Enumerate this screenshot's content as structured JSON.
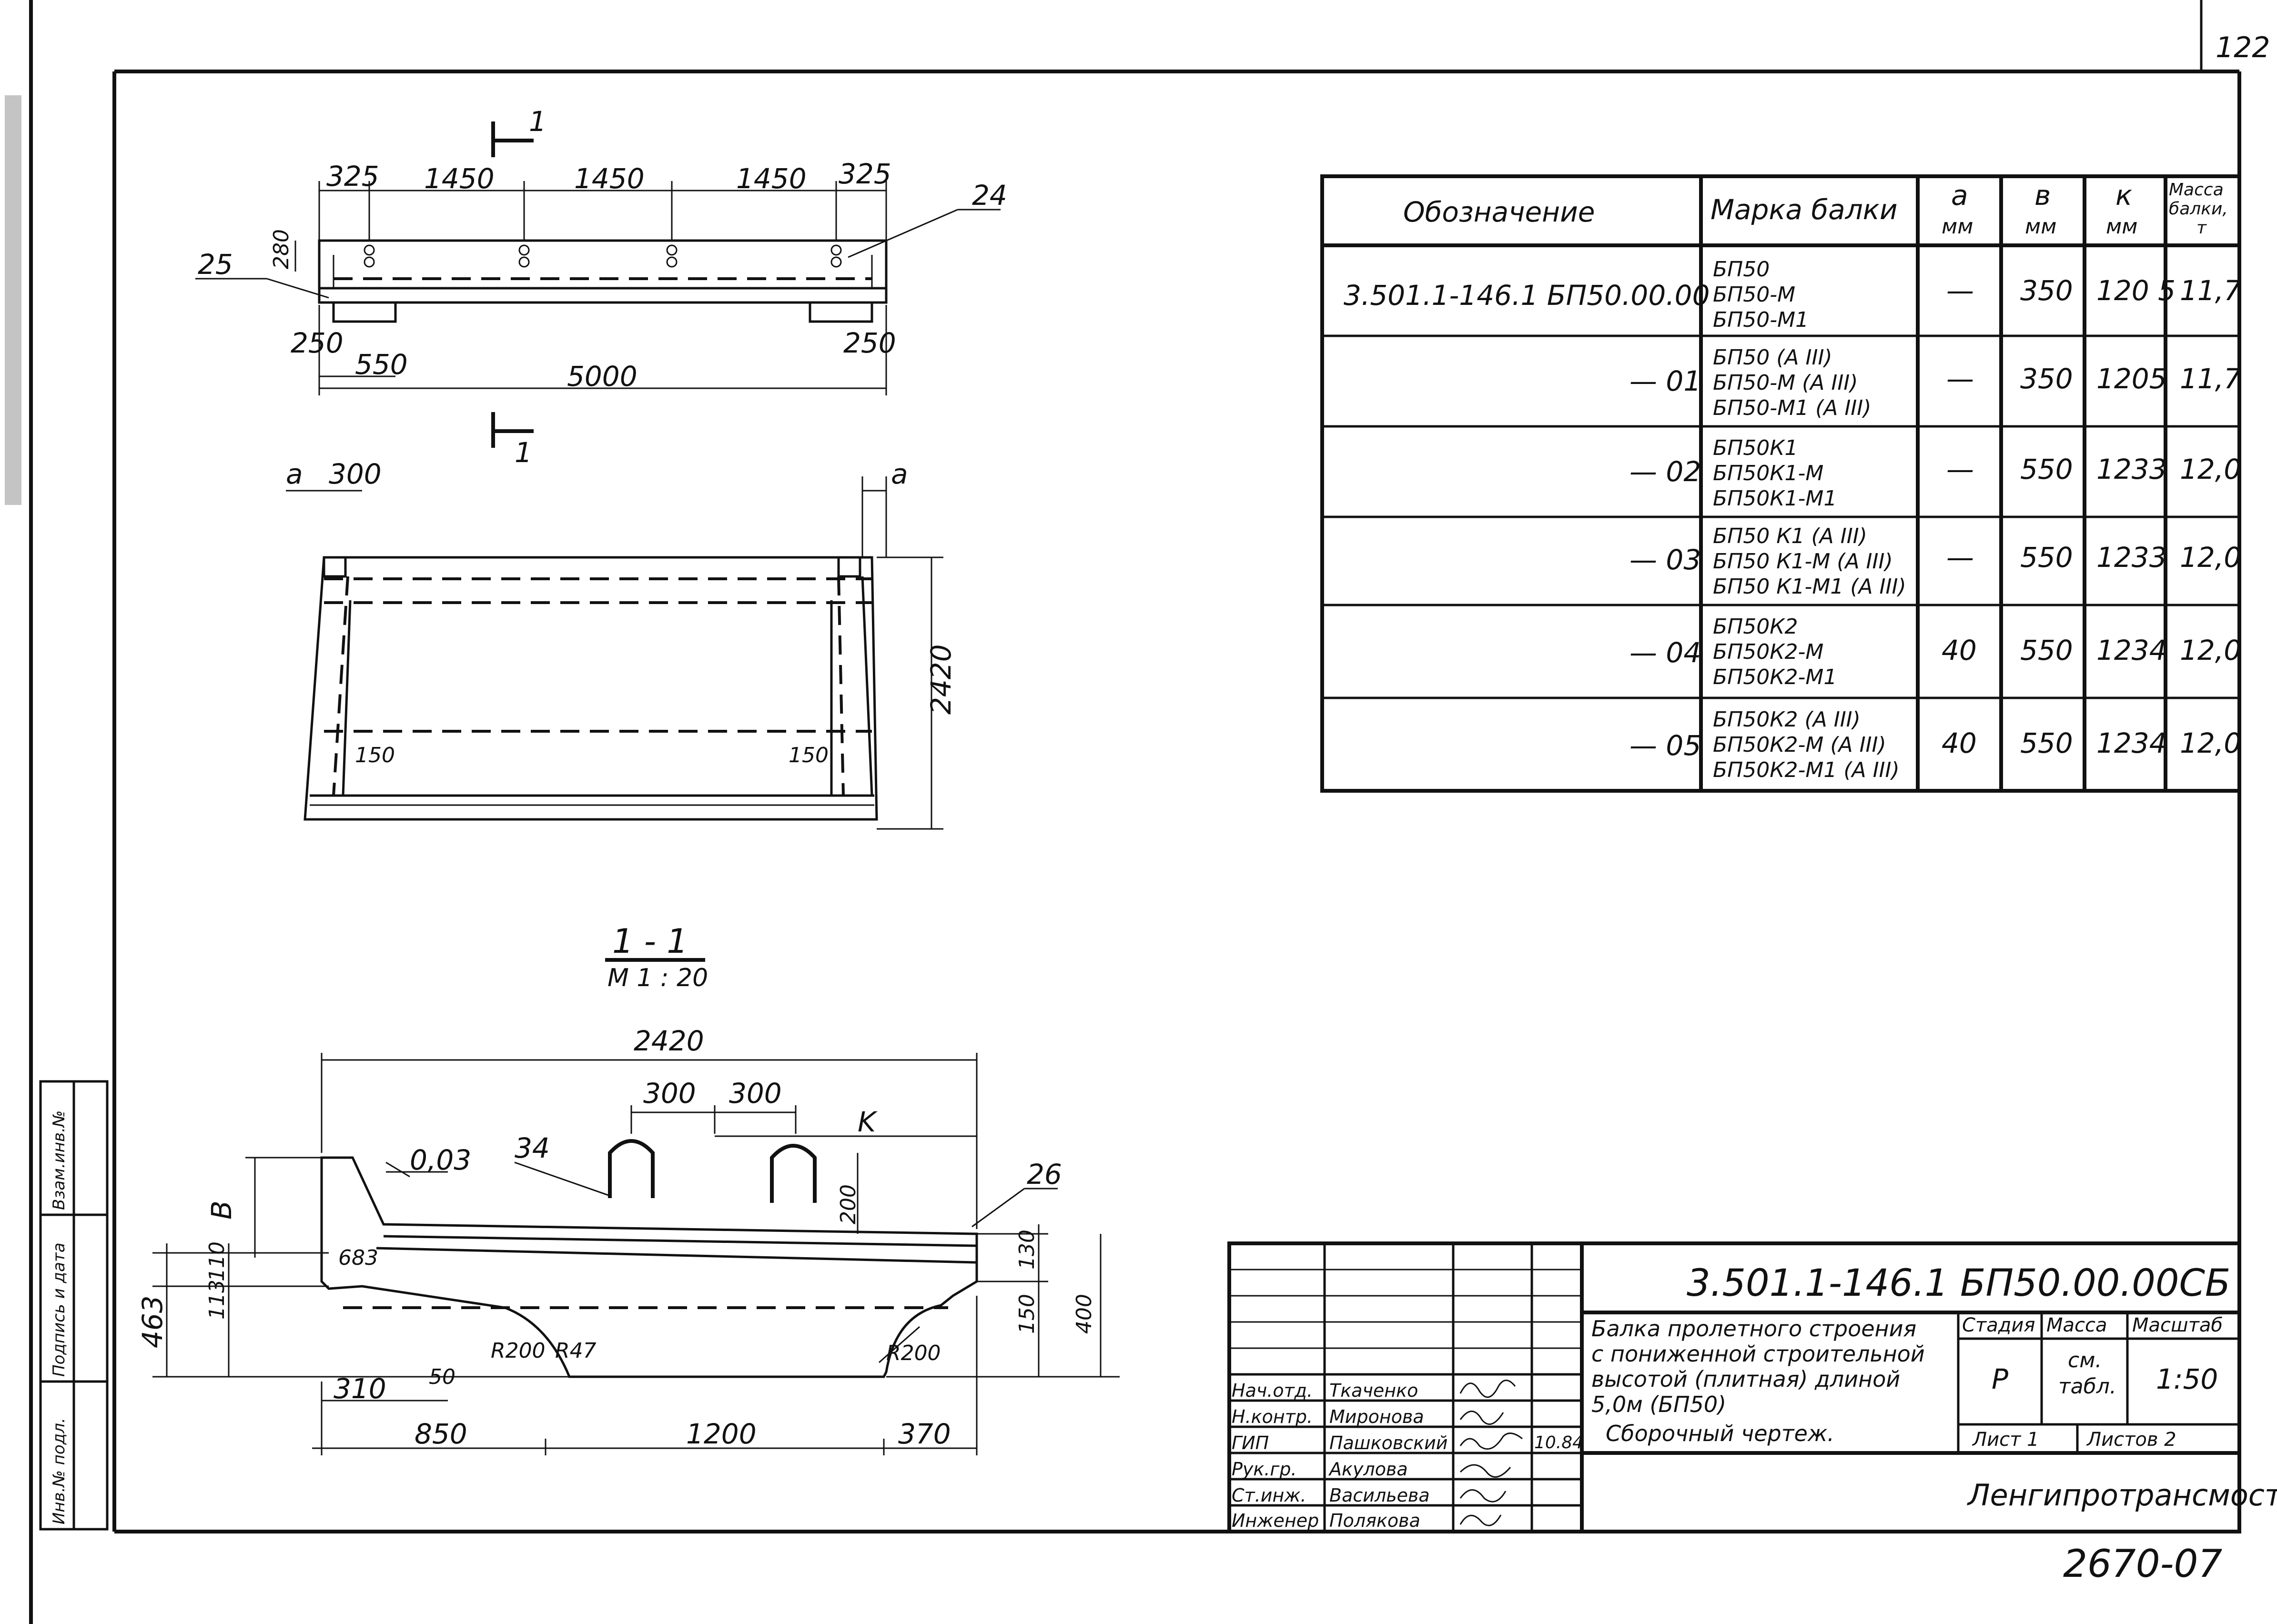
{
  "page_number": "122",
  "bottom_code": "2670-07",
  "view_top": {
    "section_label": "1",
    "callout_top": "24",
    "callout_left": "25",
    "dims_top": [
      "325",
      "1450",
      "1450",
      "1450",
      "325"
    ],
    "dim_height": "280",
    "dim_left_250": "250",
    "dim_right_250": "250",
    "dim_550": "550",
    "dim_length": "5000"
  },
  "view_plan": {
    "dim_a_left": "a",
    "dim_300": "300",
    "dim_a_right": "a",
    "dim_width": "2420",
    "dim_150_left": "150",
    "dim_150_right": "150"
  },
  "section": {
    "title": "1 - 1",
    "scale": "M 1 : 20",
    "dim_width": "2420",
    "dim_300a": "300",
    "dim_300b": "300",
    "dim_k": "K",
    "dim_B": "B",
    "slope": "0,03",
    "callout_34": "34",
    "callout_26": "26",
    "dim_200": "200",
    "dim_130": "130",
    "dim_150": "150",
    "dim_400": "400",
    "dim_463": "463",
    "dim_110": "110",
    "dim_113": "113",
    "dim_683": "683",
    "dim_R200a": "R200",
    "dim_R47": "R47",
    "dim_R200b": "R200",
    "dim_50": "50",
    "dim_310": "310",
    "dim_850": "850",
    "dim_1200": "1200",
    "dim_370": "370"
  },
  "spec_table": {
    "headers": {
      "designation": "Обозначение",
      "mark": "Марка балки",
      "a": "а",
      "a_unit": "мм",
      "b": "в",
      "b_unit": "мм",
      "k": "к",
      "k_unit": "мм",
      "mass_line1": "Масса",
      "mass_line2": "балки,",
      "mass_unit": "т"
    },
    "rows": [
      {
        "designation": "3.501.1-146.1 БП50.00.00",
        "marks": [
          "БП50",
          "БП50-М",
          "БП50-М1"
        ],
        "a": "—",
        "b": "350",
        "k": "120 5",
        "mass": "11,7"
      },
      {
        "designation": "— 01",
        "marks": [
          "БП50 (А III)",
          "БП50-М (А III)",
          "БП50-М1 (А III)"
        ],
        "a": "—",
        "b": "350",
        "k": "1205",
        "mass": "11,7"
      },
      {
        "designation": "— 02",
        "marks": [
          "БП50К1",
          "БП50К1-М",
          "БП50К1-М1"
        ],
        "a": "—",
        "b": "550",
        "k": "1233",
        "mass": "12,0"
      },
      {
        "designation": "— 03",
        "marks": [
          "БП50 К1 (А III)",
          "БП50 К1-М (А III)",
          "БП50 К1-М1 (А III)"
        ],
        "a": "—",
        "b": "550",
        "k": "1233",
        "mass": "12,0"
      },
      {
        "designation": "— 04",
        "marks": [
          "БП50К2",
          "БП50К2-М",
          "БП50К2-М1"
        ],
        "a": "40",
        "b": "550",
        "k": "1234",
        "mass": "12,0"
      },
      {
        "designation": "— 05",
        "marks": [
          "БП50К2 (А III)",
          "БП50К2-М (А III)",
          "БП50К2-М1 (А III)"
        ],
        "a": "40",
        "b": "550",
        "k": "1234",
        "mass": "12,0"
      }
    ]
  },
  "title_block": {
    "doc_code": "3.501.1-146.1   БП50.00.00СБ",
    "title_lines": [
      "Балка пролетного строения",
      "с пониженной строительной",
      "высотой (плитная) длиной",
      "5,0м  (БП50)",
      "Сборочный    чертеж."
    ],
    "stage_header": "Стадия",
    "mass_header": "Масса",
    "scale_header": "Масштаб",
    "stage": "Р",
    "mass_line1": "см.",
    "mass_line2": "табл.",
    "scale": "1:50",
    "sheet": "Лист 1",
    "sheets": "Листов 2",
    "organization": "Ленгипротрансмост",
    "date": "10.84",
    "people": [
      {
        "role": "Нач.отд.",
        "name": "Ткаченко"
      },
      {
        "role": "Н.контр.",
        "name": "Миронова"
      },
      {
        "role": "ГИП",
        "name": "Пашковский"
      },
      {
        "role": "Рук.гр.",
        "name": "Акулова"
      },
      {
        "role": "Ст.инж.",
        "name": "Васильева"
      },
      {
        "role": "Инженер",
        "name": "Полякова"
      }
    ]
  },
  "side_stamp": {
    "cell1": "Инв.№ подл.",
    "cell2": "Подпись и дата",
    "cell3": "Взам.инв.№"
  }
}
